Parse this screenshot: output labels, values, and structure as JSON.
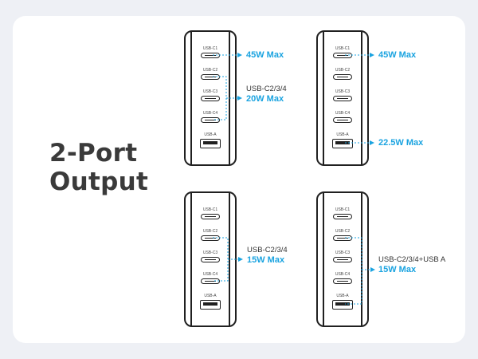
{
  "headline": {
    "line1": "2-Port",
    "line2": "Output"
  },
  "colors": {
    "accent": "#1aa3e0",
    "outline": "#202020",
    "text": "#3a3a3a",
    "background": "#eef0f5",
    "card": "#ffffff"
  },
  "port_labels": {
    "c1": "USB-C1",
    "c2": "USB-C2",
    "c3": "USB-C3",
    "c4": "USB-C4",
    "a": "USB-A"
  },
  "configs": [
    {
      "callouts": [
        {
          "sub": "",
          "value": "45W Max"
        },
        {
          "sub": "USB-C2/3/4",
          "value": "20W Max"
        }
      ]
    },
    {
      "callouts": [
        {
          "sub": "",
          "value": "45W Max"
        },
        {
          "sub": "",
          "value": "22.5W Max"
        }
      ]
    },
    {
      "callouts": [
        {
          "sub": "USB-C2/3/4",
          "value": "15W Max"
        }
      ]
    },
    {
      "callouts": [
        {
          "sub": "USB-C2/3/4+USB A",
          "value": "15W Max"
        }
      ]
    }
  ]
}
